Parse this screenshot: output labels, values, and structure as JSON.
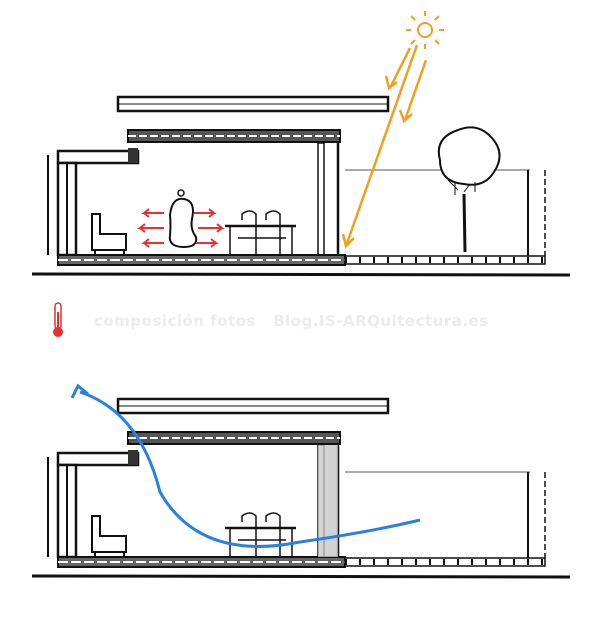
{
  "watermark": {
    "left": "composición fotos",
    "right": "Blog.IS-ARQuitectura.es"
  },
  "colors": {
    "sun": "#f0a020",
    "heat": "#e83030",
    "air": "#2a7fe0",
    "ink": "#111111",
    "glass": "#bdbdbd"
  },
  "panels": [
    {
      "name": "summer-sun-heat-gain",
      "icons": [
        "sun-icon",
        "heat-arrows-icon",
        "person-icon",
        "tree-icon"
      ]
    },
    {
      "name": "cross-ventilation",
      "icons": [
        "thermometer-icon",
        "airflow-arrow-icon"
      ]
    }
  ]
}
